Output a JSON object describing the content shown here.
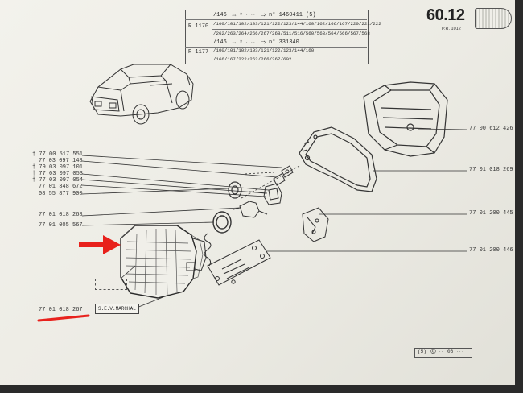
{
  "header": {
    "page_number": "60.12",
    "page_ref": "P.R. 1012",
    "row1_code": "/146",
    "row1_serial": "n° 1460411",
    "row1_note": "(5)",
    "row2_model": "R 1170",
    "row2_list_a": "/100/101/102/103/121/122/123/144/160/162/166/167/220/221/222",
    "row2_list_b": "/262/263/264/266/267/268/511/516/560/563/564/566/567/568",
    "row3_code": "/146",
    "row3_serial": "n° 331340",
    "row4_model": "R 1177",
    "row4_list_a": "/100/101/102/103/121/122/123/144/160",
    "row4_list_b": "/166/167/222/262/266/267/602"
  },
  "left_parts": [
    "† 77 00 517 551",
    "77 03 097 148",
    "† 79 03 097 101",
    "† 77 03 097 053",
    "† 77 03 097 054",
    "77 01 348 672",
    "08 55 877 900",
    "77 01 018 268",
    "77 01 005 567",
    "77 01 018 267"
  ],
  "right_parts": [
    "77 00 612 426",
    "77 01 018 269",
    "77 01 200 445",
    "77 01 200 446"
  ],
  "sev_label": "S.E.V.MARCHAL",
  "footer": {
    "note": "(5)",
    "suffix": "06"
  },
  "colors": {
    "highlight_red": "#e8211c",
    "ink": "#2a2a2a",
    "paper": "#efeee8"
  }
}
